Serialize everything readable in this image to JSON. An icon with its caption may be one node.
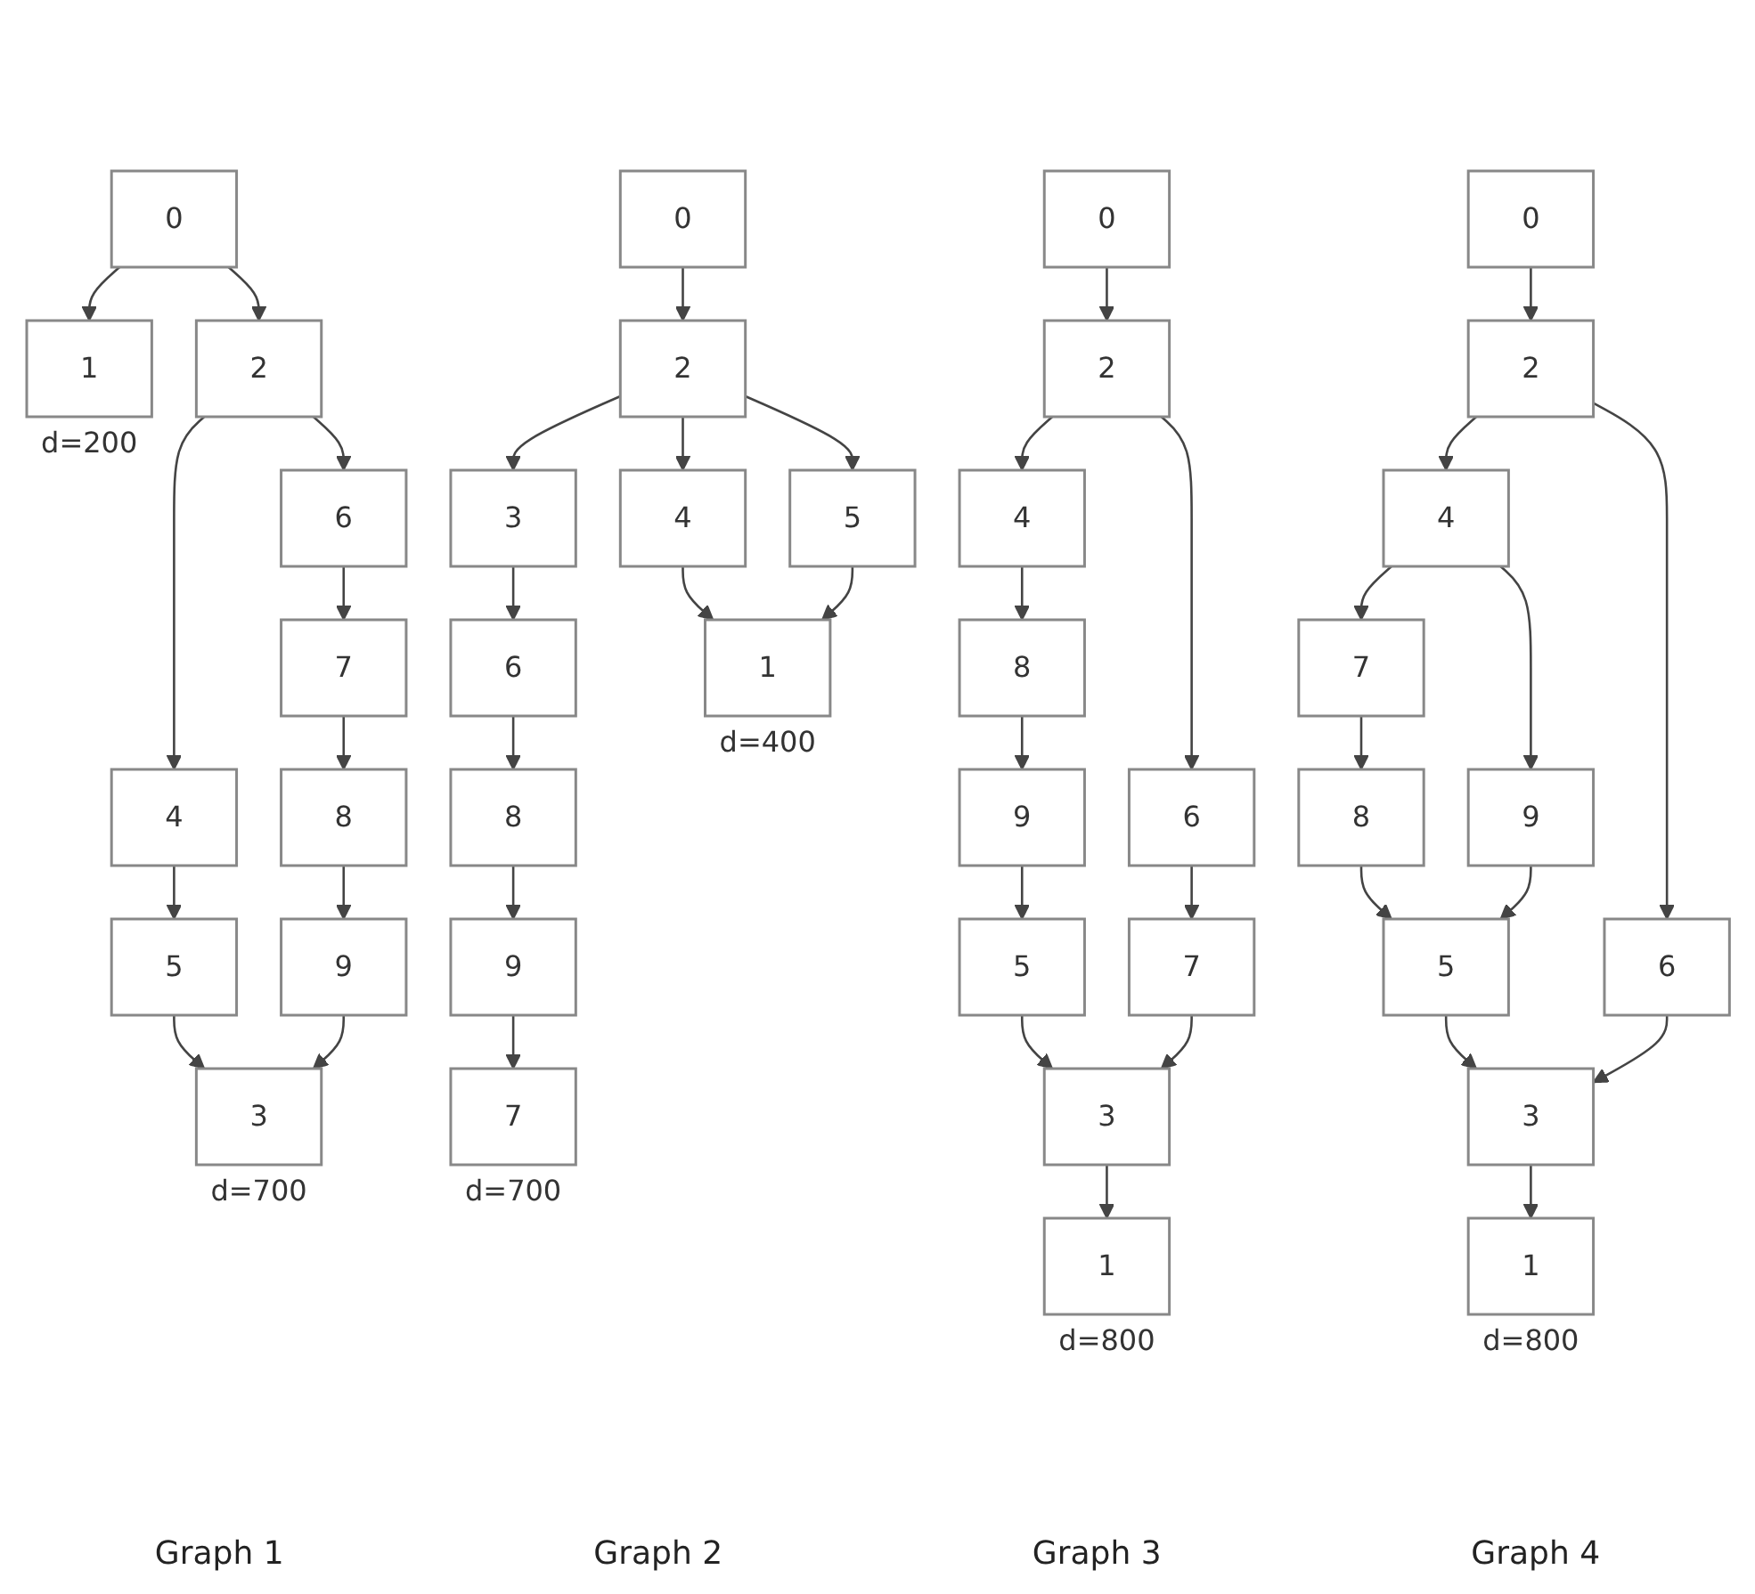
{
  "diagram": {
    "nodes": [
      {
        "text": [
          "0"
        ]
      },
      {
        "text": [
          "1"
        ],
        "beside": [
          "d=200"
        ]
      },
      {
        "text": [
          "2"
        ]
      },
      {
        "text": [
          "4"
        ]
      },
      {
        "text": [
          "6"
        ]
      },
      {
        "text": [
          "5"
        ]
      },
      {
        "text": [
          "7"
        ]
      },
      {
        "text": [
          "8"
        ]
      },
      {
        "text": [
          "9"
        ]
      },
      {
        "text": [
          "3"
        ],
        "beside": [
          "d=700"
        ]
      },
      {
        "text": [
          "0"
        ]
      },
      {
        "text": [
          "2"
        ]
      },
      {
        "text": [
          "3"
        ]
      },
      {
        "text": [
          "4"
        ]
      },
      {
        "text": [
          "5"
        ]
      },
      {
        "text": [
          "1"
        ],
        "beside": [
          "d=400"
        ]
      },
      {
        "text": [
          "6"
        ]
      },
      {
        "text": [
          "8"
        ]
      },
      {
        "text": [
          "9"
        ]
      },
      {
        "text": [
          "7"
        ],
        "beside": [
          "d=700"
        ]
      },
      {
        "text": [
          "0"
        ]
      },
      {
        "text": [
          "2"
        ]
      },
      {
        "text": [
          "4"
        ]
      },
      {
        "text": [
          "6"
        ]
      },
      {
        "text": [
          "7"
        ]
      },
      {
        "text": [
          "8"
        ]
      },
      {
        "text": [
          "9"
        ]
      },
      {
        "text": [
          "5"
        ]
      },
      {
        "text": [
          "3"
        ]
      },
      {
        "text": [
          "1"
        ],
        "beside": [
          "d=800"
        ]
      },
      {
        "text": [
          "0"
        ]
      },
      {
        "text": [
          "2"
        ]
      },
      {
        "text": [
          "4"
        ]
      },
      {
        "text": [
          "6"
        ]
      },
      {
        "text": [
          "7"
        ]
      },
      {
        "text": [
          "9"
        ]
      },
      {
        "text": [
          "8"
        ]
      },
      {
        "text": [
          "5"
        ]
      },
      {
        "text": [
          "3"
        ]
      },
      {
        "text": [
          "1"
        ],
        "beside": [
          "d=800"
        ]
      }
    ],
    "edges": [
      {
        "from": 0,
        "to": 1,
        "arrow": "to"
      },
      {
        "from": 0,
        "to": 2,
        "arrow": "to"
      },
      {
        "from": 2,
        "to": 3,
        "arrow": "to"
      },
      {
        "from": 2,
        "to": 4,
        "arrow": "to"
      },
      {
        "from": 3,
        "to": 5,
        "arrow": "to"
      },
      {
        "from": 4,
        "to": 6,
        "arrow": "to"
      },
      {
        "from": 6,
        "to": 7,
        "arrow": "to"
      },
      {
        "from": 5,
        "to": 9,
        "arrow": "to"
      },
      {
        "from": 7,
        "to": 8,
        "arrow": "to"
      },
      {
        "from": 8,
        "to": 9,
        "arrow": "to"
      },
      {
        "from": 10,
        "to": 11,
        "arrow": "to"
      },
      {
        "from": 11,
        "to": 12,
        "arrow": "to"
      },
      {
        "from": 11,
        "to": 13,
        "arrow": "to"
      },
      {
        "from": 11,
        "to": 14,
        "arrow": "to"
      },
      {
        "from": 13,
        "to": 15,
        "arrow": "to"
      },
      {
        "from": 14,
        "to": 15,
        "arrow": "to"
      },
      {
        "from": 12,
        "to": 16,
        "arrow": "to"
      },
      {
        "from": 16,
        "to": 17,
        "arrow": "to"
      },
      {
        "from": 17,
        "to": 18,
        "arrow": "to"
      },
      {
        "from": 18,
        "to": 19,
        "arrow": "to"
      },
      {
        "from": 20,
        "to": 21,
        "arrow": "to"
      },
      {
        "from": 21,
        "to": 22,
        "arrow": "to"
      },
      {
        "from": 21,
        "to": 23,
        "arrow": "to"
      },
      {
        "from": 23,
        "to": 24,
        "arrow": "to"
      },
      {
        "from": 22,
        "to": 25,
        "arrow": "to"
      },
      {
        "from": 25,
        "to": 26,
        "arrow": "to"
      },
      {
        "from": 24,
        "to": 28,
        "arrow": "to"
      },
      {
        "from": 26,
        "to": 27,
        "arrow": "to"
      },
      {
        "from": 27,
        "to": 28,
        "arrow": "to"
      },
      {
        "from": 28,
        "to": 29,
        "arrow": "to"
      },
      {
        "from": 30,
        "to": 31,
        "arrow": "to"
      },
      {
        "from": 31,
        "to": 32,
        "arrow": "to"
      },
      {
        "from": 31,
        "to": 33,
        "arrow": "to"
      },
      {
        "from": 32,
        "to": 34,
        "arrow": "to"
      },
      {
        "from": 32,
        "to": 35,
        "arrow": "to"
      },
      {
        "from": 34,
        "to": 36,
        "arrow": "to"
      },
      {
        "from": 36,
        "to": 37,
        "arrow": "to"
      },
      {
        "from": 35,
        "to": 37,
        "arrow": "to"
      },
      {
        "from": 33,
        "to": 38,
        "arrow": "to"
      },
      {
        "from": 37,
        "to": 38,
        "arrow": "to"
      },
      {
        "from": 38,
        "to": 39,
        "arrow": "to"
      }
    ],
    "labels": [
      "Graph 1",
      "Graph 2",
      "Graph 3",
      "Graph 4"
    ]
  }
}
